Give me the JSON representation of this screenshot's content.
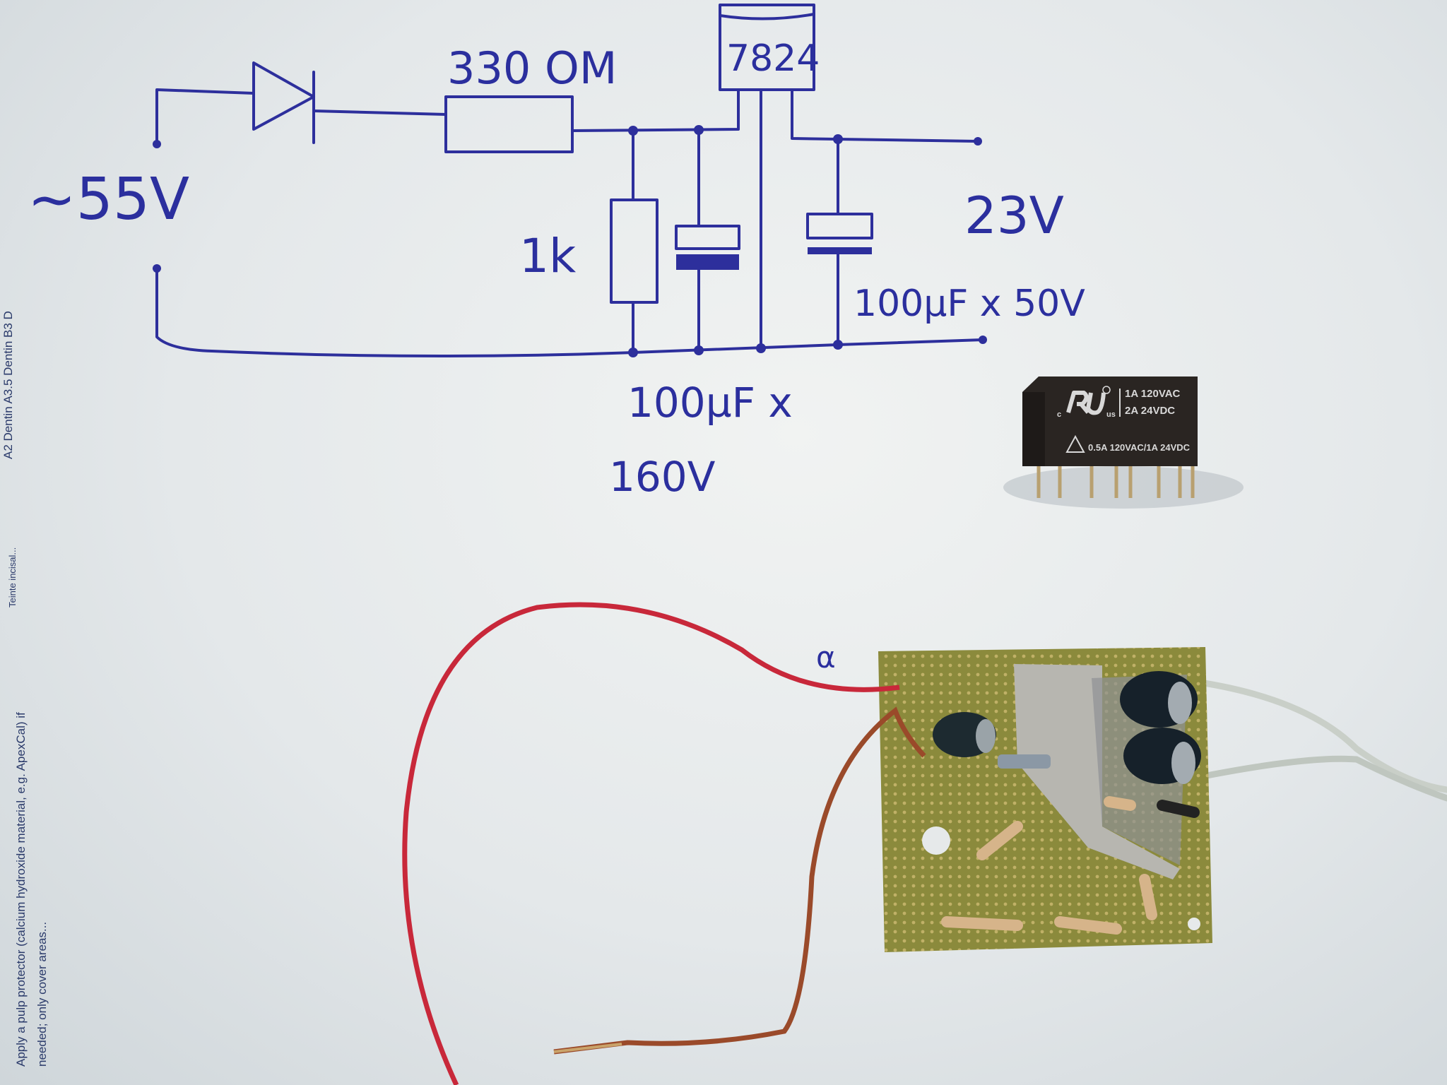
{
  "schematic": {
    "input_label": "~55V",
    "resistor_label": "330 OM",
    "regulator_label": "7824",
    "load_resistor_label": "1k",
    "output_label": "23V",
    "output_cap_label": "100µF x 50V",
    "input_cap_label_line1": "100µF x",
    "input_cap_label_line2": "160V",
    "pcb_mark": "α",
    "ink_color": "#2d2f9c"
  },
  "relay": {
    "rating_line1": "1A 120VAC",
    "rating_line2": "2A  24VDC",
    "rating_line3": "0.5A 120VAC/1A 24VDC",
    "cert_c": "c",
    "cert_us": "us",
    "body_color": "#2a2522"
  },
  "side_print": {
    "line1": "Apply a pulp protector (calcium hydroxide material, e.g. ApexCal) if",
    "line2": "needed; only cover areas...",
    "line3": "A2 Dentin A3.5 Dentin B3 D",
    "line4": "Teinte incisal..."
  },
  "colors": {
    "red_wire": "#c8283a",
    "brown_wire": "#9a4a2a",
    "pcb": "#8b8a3c",
    "paper": "#e8ecee"
  }
}
